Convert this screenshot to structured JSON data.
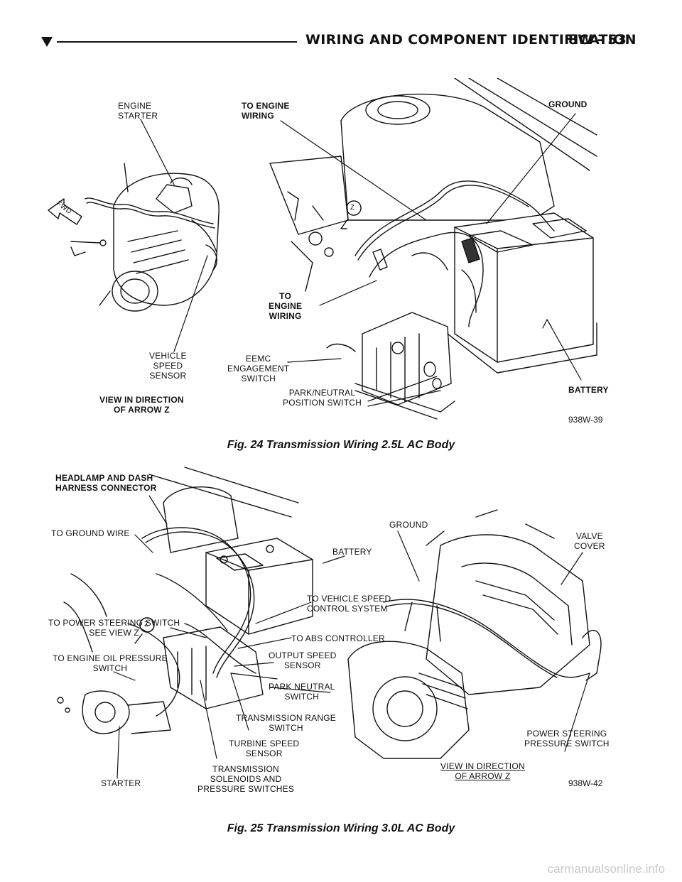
{
  "header": {
    "title": "WIRING AND COMPONENT IDENTIFICATION",
    "page": "8W - 53"
  },
  "figure1": {
    "labels": {
      "engine_starter": "ENGINE\nSTARTER",
      "to_engine_wiring_top": "TO ENGINE\nWIRING",
      "ground": "GROUND",
      "fwd": "FWD",
      "z": "Z",
      "to_engine_wiring_mid": "TO\nENGINE\nWIRING",
      "vehicle_speed_sensor": "VEHICLE\nSPEED\nSENSOR",
      "eemc_switch": "EEMC\nENGAGEMENT\nSWITCH",
      "view_direction": "VIEW IN DIRECTION\nOF ARROW Z",
      "park_neutral": "PARK/NEUTRAL\nPOSITION SWITCH",
      "battery": "BATTERY"
    },
    "figure_number": "938W-39",
    "caption": "Fig. 24 Transmission Wiring 2.5L AC Body"
  },
  "figure2": {
    "labels": {
      "headlamp": "HEADLAMP AND DASH\nHARNESS CONNECTOR",
      "to_ground_wire": "TO GROUND WIRE",
      "battery": "BATTERY",
      "ground": "GROUND",
      "valve_cover": "VALVE\nCOVER",
      "z": "Z",
      "to_vehicle_speed": "TO VEHICLE SPEED\nCONTROL SYSTEM",
      "to_power_steering": "TO POWER STEERING SWITCH\nSEE VIEW Z",
      "to_abs": "TO ABS CONTROLLER",
      "to_engine_oil": "TO ENGINE OIL PRESSURE\nSWITCH",
      "output_speed": "OUTPUT SPEED\nSENSOR",
      "park_neutral": "PARK NEUTRAL\nSWITCH",
      "trans_range": "TRANSMISSION RANGE\nSWITCH",
      "turbine_speed": "TURBINE SPEED\nSENSOR",
      "trans_solenoids": "TRANSMISSION\nSOLENOIDS AND\nPRESSURE SWITCHES",
      "starter": "STARTER",
      "power_steering_pressure": "POWER STEERING\nPRESSURE SWITCH",
      "view_direction": "VIEW IN DIRECTION\nOF ARROW Z"
    },
    "figure_number": "938W-42",
    "caption": "Fig. 25 Transmission Wiring 3.0L AC Body"
  },
  "watermark": "carmanualsonline.info"
}
